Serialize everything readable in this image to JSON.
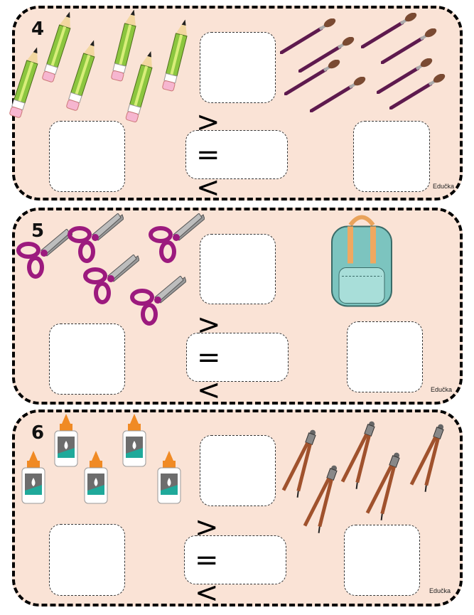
{
  "exercises": [
    {
      "number": "4",
      "left_item": "pencil",
      "left_count": 6,
      "right_item": "paintbrush",
      "right_count": 8,
      "symbols": "> = <",
      "brand": "Edučka"
    },
    {
      "number": "5",
      "left_item": "scissors",
      "left_count": 5,
      "right_item": "backpack",
      "right_count": 1,
      "symbols": "> = <",
      "brand": "Edučka"
    },
    {
      "number": "6",
      "left_item": "glue-bottle",
      "left_count": 5,
      "right_item": "compass",
      "right_count": 5,
      "symbols": "> = <",
      "brand": "Edučka"
    }
  ],
  "colors": {
    "card": "#fae3d6",
    "pencil": "#8cc63f",
    "brush": "#5e1a4e",
    "scissors": "#9c1a7e",
    "backpack": "#7cc4bf",
    "compass": "#a0522d"
  }
}
